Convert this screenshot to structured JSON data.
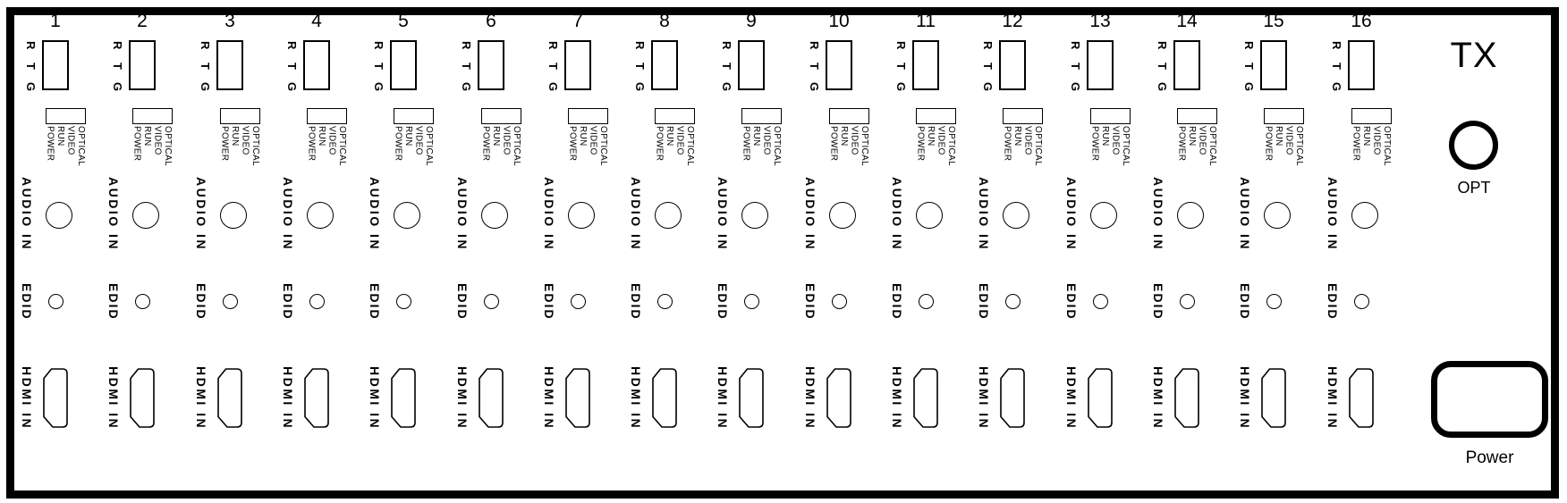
{
  "panel": {
    "title": "TX",
    "opt_label": "OPT",
    "power_label": "Power"
  },
  "shared": {
    "rtg_letters": [
      "R",
      "T",
      "G"
    ],
    "led_labels": [
      "POWER",
      "RUN",
      "VIDEO",
      "OPTICAL"
    ],
    "audio_label": "AUDIO IN",
    "edid_label": "EDID",
    "hdmi_label": "HDMI IN"
  },
  "channels": [
    {
      "number": "1"
    },
    {
      "number": "2"
    },
    {
      "number": "3"
    },
    {
      "number": "4"
    },
    {
      "number": "5"
    },
    {
      "number": "6"
    },
    {
      "number": "7"
    },
    {
      "number": "8"
    },
    {
      "number": "9"
    },
    {
      "number": "10"
    },
    {
      "number": "11"
    },
    {
      "number": "12"
    },
    {
      "number": "13"
    },
    {
      "number": "14"
    },
    {
      "number": "15"
    },
    {
      "number": "16"
    }
  ]
}
